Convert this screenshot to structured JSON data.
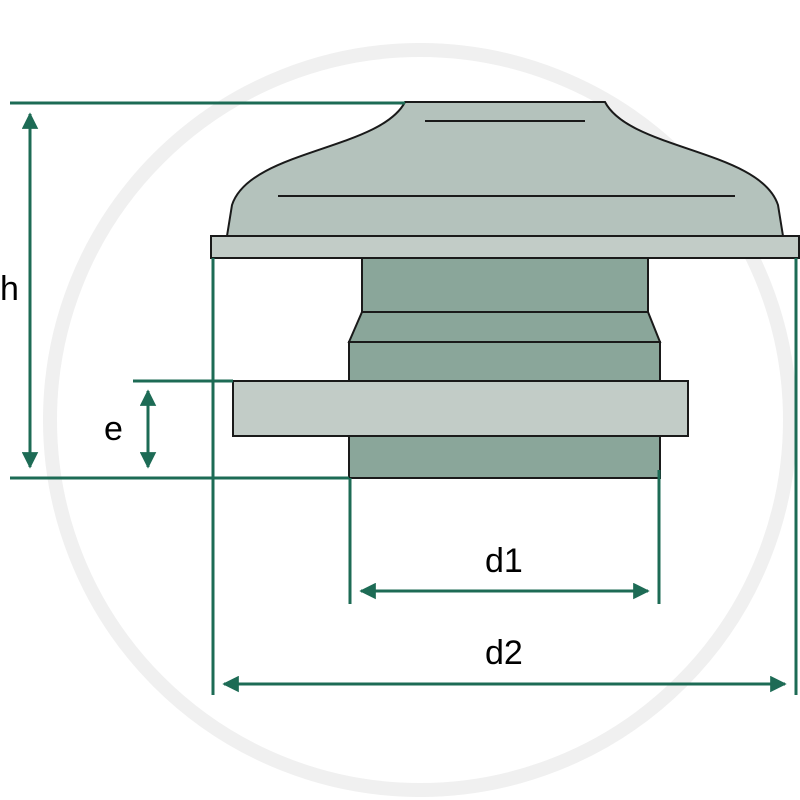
{
  "labels": {
    "height": "h",
    "plate_thickness": "e",
    "inner_diameter": "d1",
    "outer_diameter": "d2"
  },
  "colors": {
    "dimension": "#1d6b55",
    "cap": "#b4c2bc",
    "plate": "#c2ccc7",
    "body": "#8aa69a",
    "outline": "#1a1a1a",
    "watermark": "#f0f0f0"
  }
}
